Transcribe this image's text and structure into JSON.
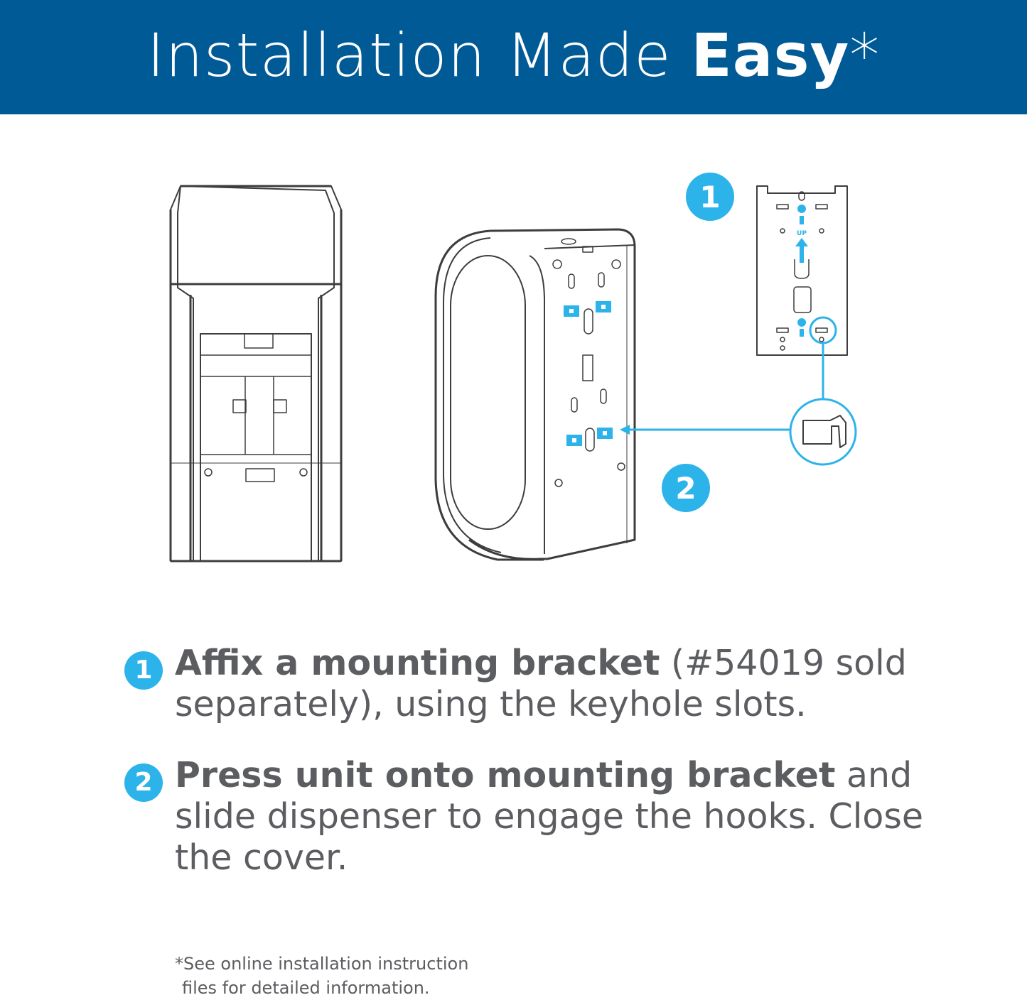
{
  "header": {
    "title_light": "Installation Made ",
    "title_bold": "Easy",
    "title_suffix": "*"
  },
  "diagram": {
    "callout_1": "1",
    "callout_2": "2",
    "bracket_label": "UP"
  },
  "steps": [
    {
      "number": "1",
      "bold": "Affix a mounting bracket",
      "text": " (#54019 sold separately), using the keyhole slots."
    },
    {
      "number": "2",
      "bold": "Press unit onto mounting bracket",
      "text": " and slide dispenser to engage the hooks. Close the cover."
    }
  ],
  "footnote": {
    "line1": "*See online installation instruction",
    "line2": "files for detailed information."
  },
  "colors": {
    "banner": "#005a96",
    "accent": "#2cb3ea",
    "text": "#5c5d61",
    "line": "#3d3d3f"
  }
}
